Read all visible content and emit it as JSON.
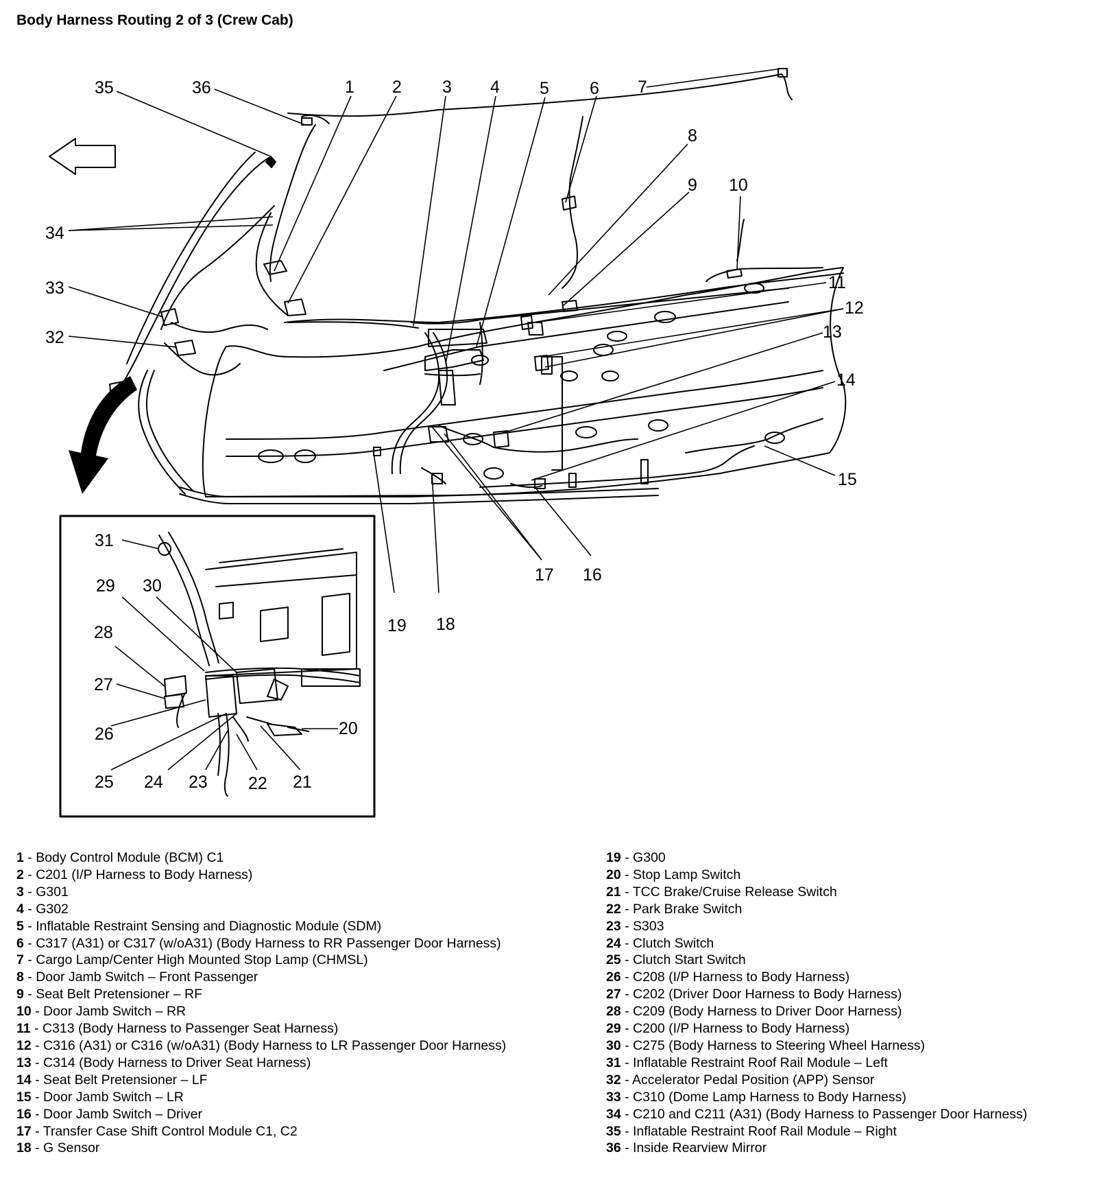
{
  "title": "Body Harness Routing 2 of 3 (Crew Cab)",
  "callouts": {
    "c1": "1",
    "c2": "2",
    "c3": "3",
    "c4": "4",
    "c5": "5",
    "c6": "6",
    "c7": "7",
    "c8": "8",
    "c9": "9",
    "c10": "10",
    "c11": "11",
    "c12": "12",
    "c13": "13",
    "c14": "14",
    "c15": "15",
    "c16": "16",
    "c17": "17",
    "c18": "18",
    "c19": "19",
    "c20": "20",
    "c21": "21",
    "c22": "22",
    "c23": "23",
    "c24": "24",
    "c25": "25",
    "c26": "26",
    "c27": "27",
    "c28": "28",
    "c29": "29",
    "c30": "30",
    "c31": "31",
    "c32": "32",
    "c33": "33",
    "c34": "34",
    "c35": "35",
    "c36": "36"
  },
  "legend_left": [
    {
      "num": "1",
      "sep": " - ",
      "text": "Body Control Module (BCM) C1"
    },
    {
      "num": "2",
      "sep": " - ",
      "text": "C201 (I/P Harness to Body Harness)"
    },
    {
      "num": "3",
      "sep": " - ",
      "text": "G301"
    },
    {
      "num": "4",
      "sep": " - ",
      "text": "G302"
    },
    {
      "num": "5",
      "sep": " - ",
      "text": "Inflatable Restraint Sensing and Diagnostic Module (SDM)"
    },
    {
      "num": "6",
      "sep": " - ",
      "text": "C317 (A31) or C317 (w/oA31) (Body Harness to RR Passenger Door Harness)"
    },
    {
      "num": "7",
      "sep": " - ",
      "text": "Cargo Lamp/Center High Mounted Stop Lamp (CHMSL)"
    },
    {
      "num": "8",
      "sep": " - ",
      "text": "Door Jamb Switch – Front Passenger"
    },
    {
      "num": "9",
      "sep": " - ",
      "text": "Seat Belt Pretensioner – RF"
    },
    {
      "num": "10",
      "sep": " - ",
      "text": "Door Jamb Switch – RR"
    },
    {
      "num": "11",
      "sep": " - ",
      "text": "C313 (Body Harness to Passenger Seat Harness)"
    },
    {
      "num": "12",
      "sep": " - ",
      "text": "C316 (A31) or C316 (w/oA31) (Body Harness to LR Passenger Door Harness)"
    },
    {
      "num": "13",
      "sep": " - ",
      "text": "C314 (Body Harness to Driver Seat Harness)"
    },
    {
      "num": "14",
      "sep": " - ",
      "text": "Seat Belt Pretensioner – LF"
    },
    {
      "num": "15",
      "sep": " - ",
      "text": "Door Jamb Switch – LR"
    },
    {
      "num": "16",
      "sep": " - ",
      "text": "Door Jamb Switch – Driver"
    },
    {
      "num": "17",
      "sep": " - ",
      "text": "Transfer Case Shift Control Module C1, C2"
    },
    {
      "num": "18",
      "sep": " - ",
      "text": "G Sensor"
    }
  ],
  "legend_right": [
    {
      "num": "19",
      "sep": " - ",
      "text": "G300"
    },
    {
      "num": "20",
      "sep": " - ",
      "text": "Stop Lamp Switch"
    },
    {
      "num": "21",
      "sep": " - ",
      "text": "TCC Brake/Cruise Release Switch"
    },
    {
      "num": "22",
      "sep": " - ",
      "text": "Park Brake Switch"
    },
    {
      "num": "23",
      "sep": " - ",
      "text": "S303"
    },
    {
      "num": "24",
      "sep": " - ",
      "text": "Clutch Switch"
    },
    {
      "num": "25",
      "sep": " - ",
      "text": "Clutch Start Switch"
    },
    {
      "num": "26",
      "sep": " - ",
      "text": "C208 (I/P Harness to Body Harness)"
    },
    {
      "num": "27",
      "sep": " - ",
      "text": "C202 (Driver Door Harness to Body Harness)"
    },
    {
      "num": "28",
      "sep": " - ",
      "text": "C209 (Body Harness to Driver Door Harness)"
    },
    {
      "num": "29",
      "sep": " - ",
      "text": "C200 (I/P Harness to Body Harness)"
    },
    {
      "num": "30",
      "sep": " - ",
      "text": "C275 (Body Harness to Steering Wheel Harness)"
    },
    {
      "num": "31",
      "sep": " - ",
      "text": "Inflatable Restraint Roof Rail Module – Left"
    },
    {
      "num": "32",
      "sep": " - ",
      "text": "Accelerator Pedal Position (APP) Sensor"
    },
    {
      "num": "33",
      "sep": " - ",
      "text": "C310 (Dome Lamp Harness to Body Harness)"
    },
    {
      "num": "34",
      "sep": " - ",
      "text": "C210 and C211 (A31) (Body Harness to Passenger Door Harness)"
    },
    {
      "num": "35",
      "sep": " - ",
      "text": "Inflatable Restraint Roof Rail Module – Right"
    },
    {
      "num": "36",
      "sep": " - ",
      "text": "Inside Rearview Mirror"
    }
  ]
}
